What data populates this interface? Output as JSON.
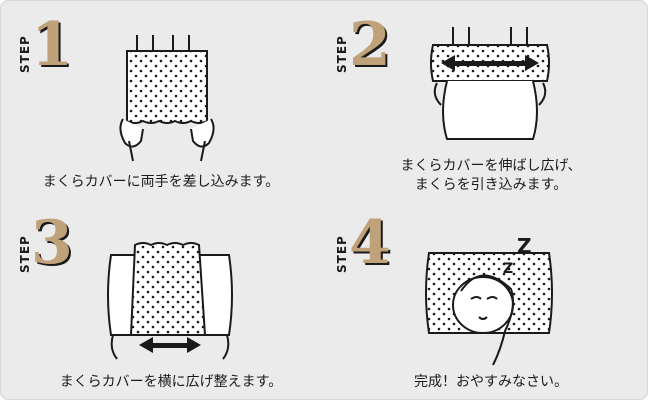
{
  "steps": [
    {
      "label": "STEP",
      "number": "1",
      "caption_lines": [
        "まくらカバーに両手を差し込みます。"
      ]
    },
    {
      "label": "STEP",
      "number": "2",
      "caption_lines": [
        "まくらカバーを伸ばし広げ、",
        "まくらを引き込みます。"
      ]
    },
    {
      "label": "STEP",
      "number": "3",
      "caption_lines": [
        "まくらカバーを横に広げ整えます。"
      ]
    },
    {
      "label": "STEP",
      "number": "4",
      "caption_lines": [
        "完成！おやすみなさい。"
      ]
    }
  ],
  "colors": {
    "background": "#ebebeb",
    "accent_gold": "#bfa27a",
    "ink": "#1a1a1a"
  }
}
